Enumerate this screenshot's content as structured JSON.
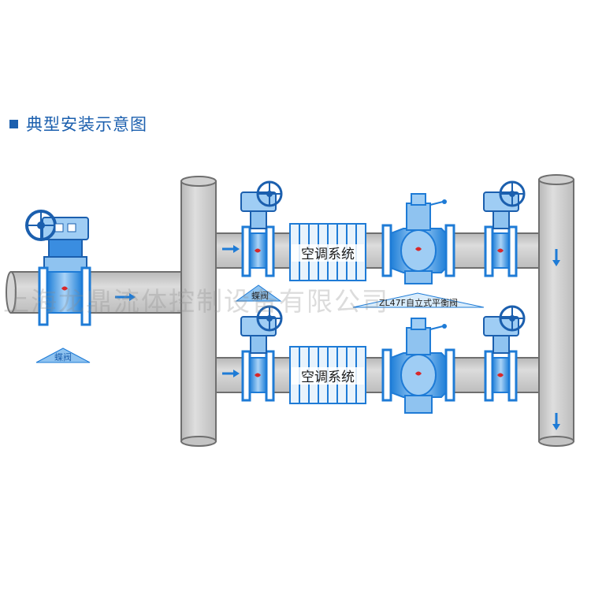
{
  "title": "典型安装示意图",
  "labels": {
    "ac_system_top": "空调系统",
    "ac_system_bottom": "空调系统",
    "butterfly_valve_main": "蝶阀",
    "butterfly_valve_upper": "蝶阀",
    "balance_valve": "ZL47F自立式平衡阀"
  },
  "watermark": "上海龙鼎流体控制设备有限公司",
  "colors": {
    "pipe_fill": "#c9c9c9",
    "pipe_stroke": "#6f6f6f",
    "blue": "#1e7bd6",
    "blue_light": "#8fc3f0",
    "accent_red": "#d8282a"
  },
  "icons": [
    "flow-arrow-right-icon",
    "flow-arrow-down-icon",
    "handwheel-icon"
  ]
}
